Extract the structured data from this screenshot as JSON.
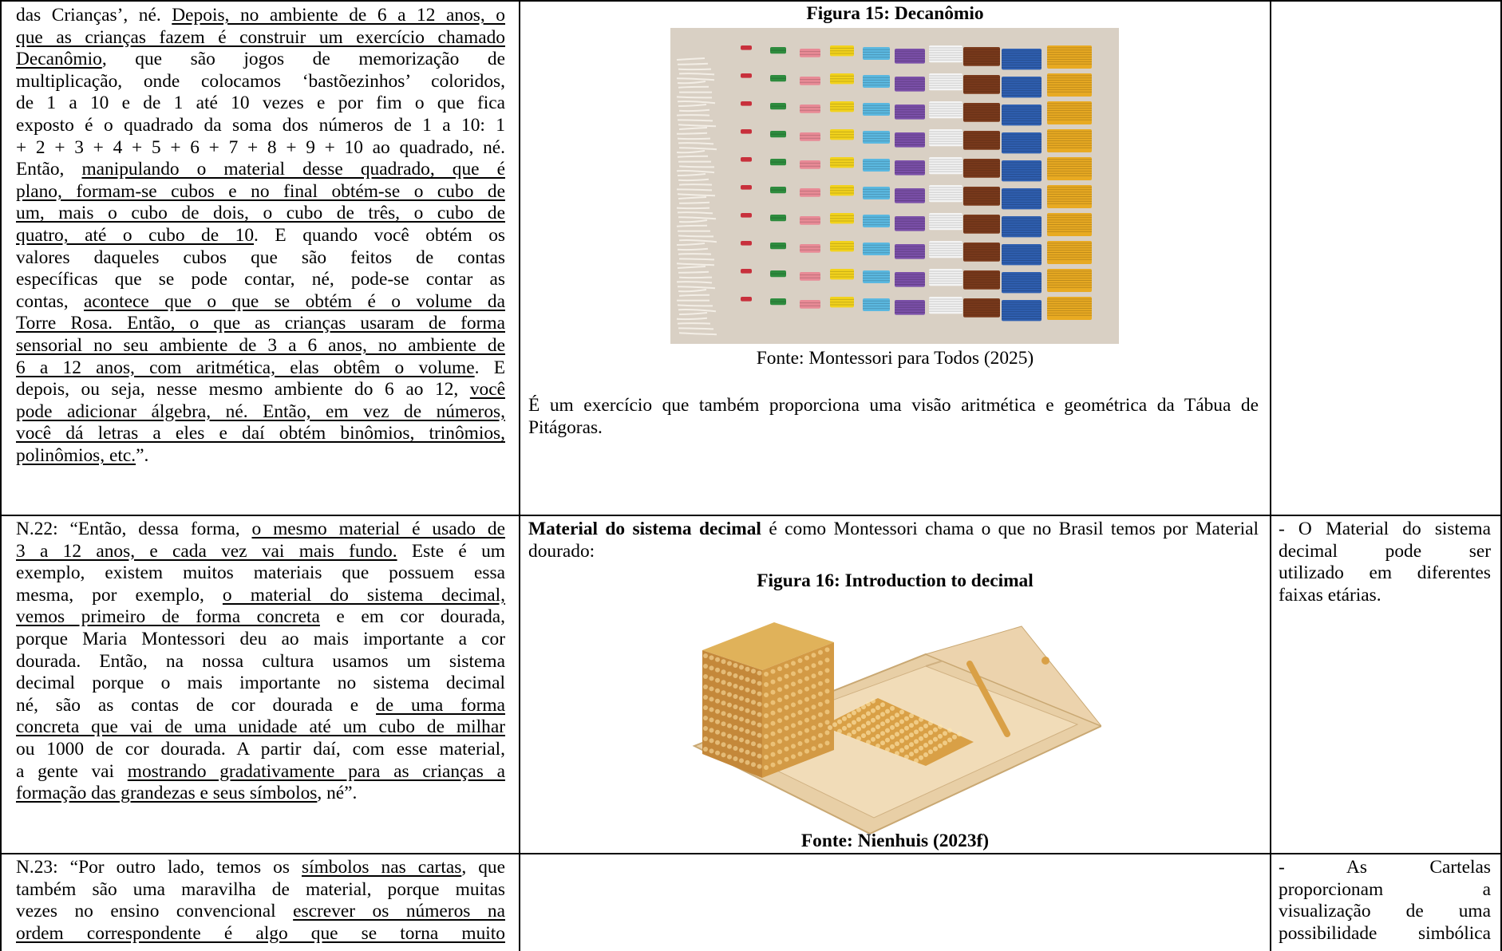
{
  "row1": {
    "left_lines": [
      [
        {
          "t": "das Crianças’, né. "
        },
        {
          "t": "Depois, no ambiente de 6 a 12 anos, o",
          "u": true
        }
      ],
      [
        {
          "t": "que as crianças fazem é construir um exercício chamado",
          "u": true
        }
      ],
      [
        {
          "t": "Decanômio",
          "u": true
        },
        {
          "t": ", que são jogos de memorização de"
        }
      ],
      [
        {
          "t": "multiplicação, onde colocamos ‘bastõezinhos’ coloridos,"
        }
      ],
      [
        {
          "t": "de 1 a 10 e de 1 até 10 vezes e por fim o que fica"
        }
      ],
      [
        {
          "t": "exposto é o quadrado da soma dos números de 1 a 10: 1"
        }
      ],
      [
        {
          "t": "+ 2 + 3 + 4 + 5 + 6 + 7 + 8 + 9 + 10 ao quadrado, né."
        }
      ],
      [
        {
          "t": "Então, "
        },
        {
          "t": "manipulando o material desse quadrado, que é",
          "u": true
        }
      ],
      [
        {
          "t": "plano, formam-se cubos e no final obtém-se o cubo de",
          "u": true
        }
      ],
      [
        {
          "t": "um, mais o cubo de dois, o cubo de três, o cubo de",
          "u": true
        }
      ],
      [
        {
          "t": "quatro, até o cubo de 10",
          "u": true
        },
        {
          "t": ". E quando você obtém os"
        }
      ],
      [
        {
          "t": "valores daqueles cubos que são feitos de contas"
        }
      ],
      [
        {
          "t": "específicas que se pode contar, né, pode-se contar as"
        }
      ],
      [
        {
          "t": "contas, "
        },
        {
          "t": "acontece que o que se obtém é o volume da",
          "u": true
        }
      ],
      [
        {
          "t": "Torre Rosa. Então, o que as crianças usaram de forma",
          "u": true
        }
      ],
      [
        {
          "t": "sensorial no seu ambiente de 3 a 6 anos, no ambiente de",
          "u": true
        }
      ],
      [
        {
          "t": "6 a 12 anos, com aritmética, elas obtêm o volume",
          "u": true
        },
        {
          "t": ". E"
        }
      ],
      [
        {
          "t": "depois, ou seja, nesse mesmo ambiente do 6 ao 12, "
        },
        {
          "t": "você",
          "u": true
        }
      ],
      [
        {
          "t": "pode adicionar álgebra, né. Então, em vez de números,",
          "u": true
        }
      ],
      [
        {
          "t": "você dá letras a eles e daí obtém binômios, trinômios,",
          "u": true
        }
      ],
      [
        {
          "t": "polinômios, etc.",
          "u": true
        },
        {
          "t": "”."
        }
      ]
    ],
    "figure_title": "Figura 15: Decanômio",
    "figure_source": "Fonte: Montessori para Todos (2025)",
    "paragraph": "É um exercício que também proporciona uma visão aritmética e geométrica da Tábua de Pitágoras."
  },
  "row2": {
    "left_lines": [
      [
        {
          "t": "N.22: “Então, dessa forma, "
        },
        {
          "t": "o mesmo material é usado de",
          "u": true
        }
      ],
      [
        {
          "t": "3 a 12 anos, e cada vez vai mais fundo.",
          "u": true
        },
        {
          "t": " Este é um"
        }
      ],
      [
        {
          "t": "exemplo, existem muitos materiais que possuem essa"
        }
      ],
      [
        {
          "t": "mesma, por exemplo, "
        },
        {
          "t": "o material do sistema decimal,",
          "u": true
        }
      ],
      [
        {
          "t": "vemos primeiro de forma concreta",
          "u": true
        },
        {
          "t": " e em cor dourada,"
        }
      ],
      [
        {
          "t": "porque Maria Montessori deu ao mais importante a cor"
        }
      ],
      [
        {
          "t": "dourada. Então, na nossa cultura usamos um sistema"
        }
      ],
      [
        {
          "t": "decimal porque o mais importante no sistema decimal"
        }
      ],
      [
        {
          "t": "né, são as contas de cor dourada e "
        },
        {
          "t": "de uma forma",
          "u": true
        }
      ],
      [
        {
          "t": "concreta que vai de uma unidade até um cubo de milhar",
          "u": true
        }
      ],
      [
        {
          "t": "ou 1000 de cor dourada. A partir daí, com esse material,"
        }
      ],
      [
        {
          "t": "a gente vai "
        },
        {
          "t": "mostrando gradativamente para as crianças a",
          "u": true
        }
      ],
      [
        {
          "t": "formação das grandezas e seus símbolos",
          "u": true
        },
        {
          "t": ", né”."
        }
      ]
    ],
    "intro_bold": "Material do sistema decimal",
    "intro_rest": " é como Montessori chama o que no Brasil temos por Material dourado:",
    "figure_title": "Figura 16: Introduction to decimal",
    "figure_source": "Fonte: Nienhuis (2023f)",
    "right_text": "- O Material do sistema decimal pode ser utilizado em diferentes faixas etárias."
  },
  "row3": {
    "left_lines": [
      [
        {
          "t": "N.23: “Por outro lado, temos os "
        },
        {
          "t": "símbolos nas cartas",
          "u": true
        },
        {
          "t": ", que"
        }
      ],
      [
        {
          "t": "também são uma maravilha de material, porque muitas"
        }
      ],
      [
        {
          "t": "vezes no ensino convencional "
        },
        {
          "t": "escrever os números na",
          "u": true
        }
      ],
      [
        {
          "t": "ordem correspondente é algo que se torna muito",
          "u": true
        }
      ]
    ],
    "right_text": "- As Cartelas proporcionam a visualização de uma possibilidade simbólica"
  },
  "bead_colors": [
    "#c8303c",
    "#2e8b3e",
    "#e88a96",
    "#f2d21c",
    "#5bb8e0",
    "#7a4fa8",
    "#f4f4f4",
    "#7a3a1c",
    "#2f5fb0",
    "#e8aa22"
  ],
  "gold_color": "#d9a046",
  "wood_color": "#e8cfa6"
}
